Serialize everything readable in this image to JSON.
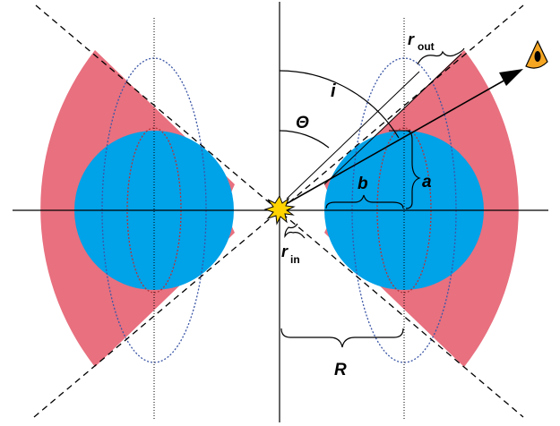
{
  "labels": {
    "r_out": "r",
    "r_out_sub": "out",
    "r_in": "r",
    "r_in_sub": "in",
    "i": "i",
    "theta": "Θ",
    "b": "b",
    "a": "a",
    "R": "R"
  },
  "icons": {
    "observer": "eye-icon",
    "source": "starburst-icon"
  },
  "colors": {
    "torus_section": "#00a2e8",
    "cone_fill": "#e8707f",
    "cone_stroke": "#c03040",
    "dotted_line": "#1b3a8a",
    "source_fill": "#ffd400",
    "eye_fill": "#f5a623"
  }
}
